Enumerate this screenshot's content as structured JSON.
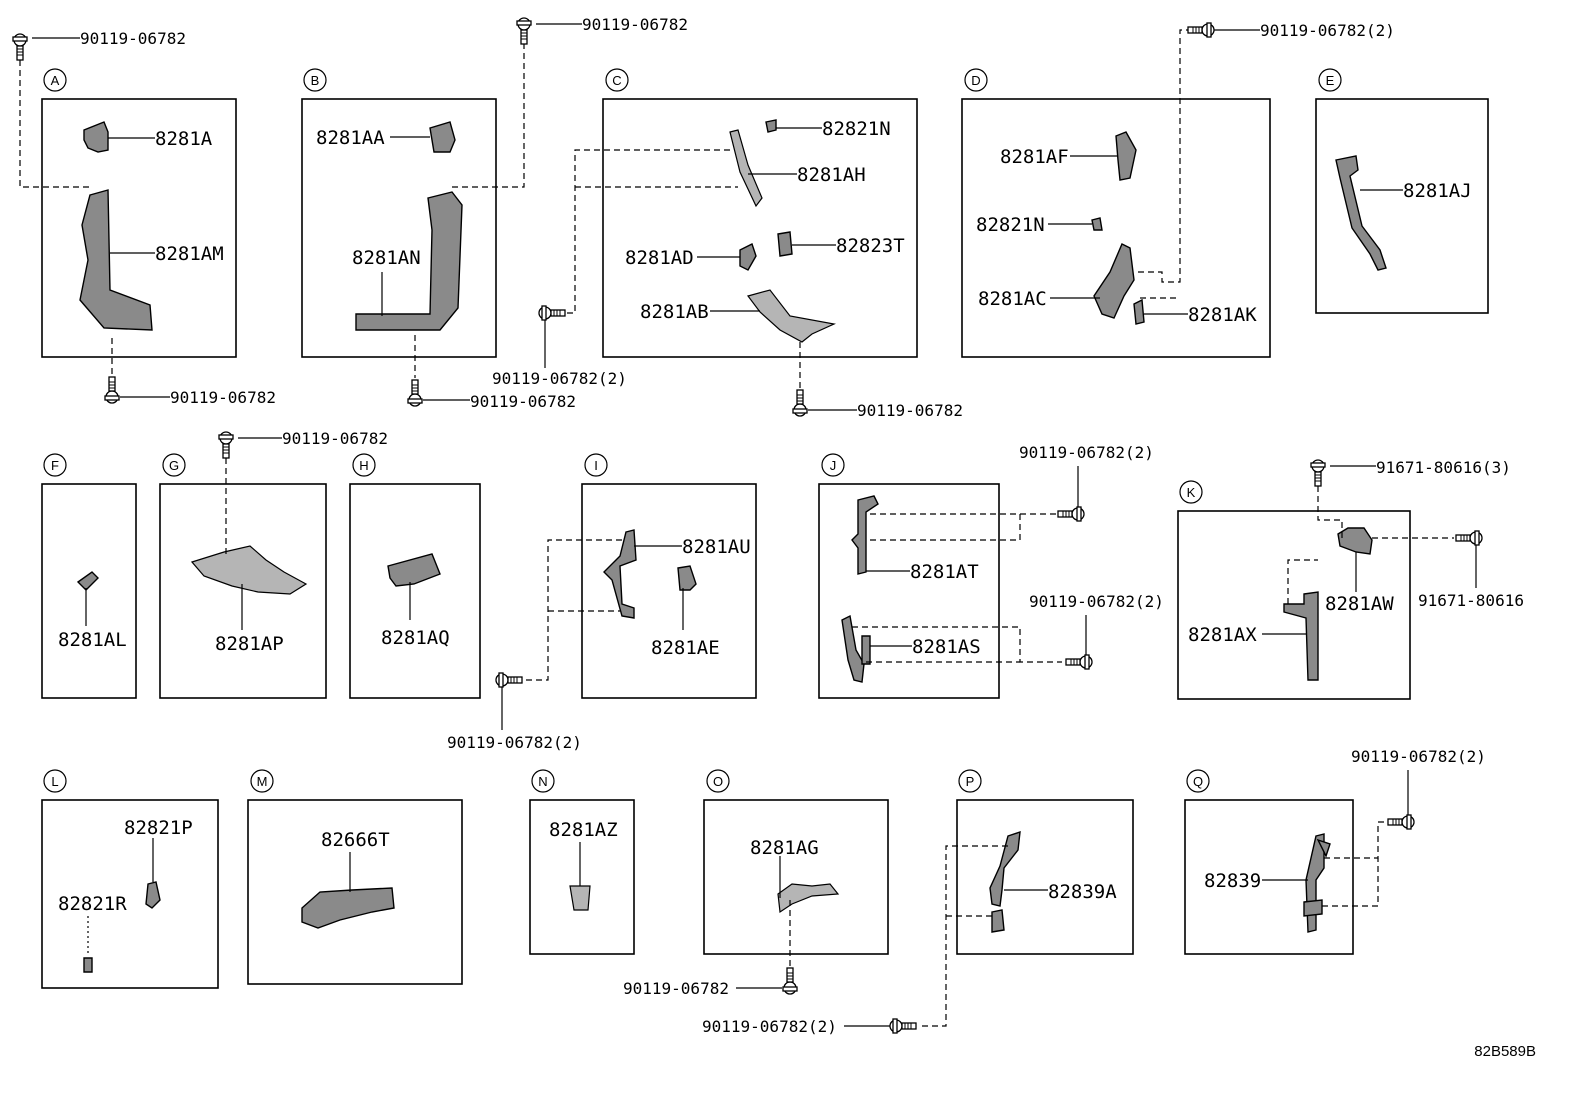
{
  "diagram_code": "82B589B",
  "fastener_90119": "90119-06782",
  "fastener_90119_x2": "90119-06782(2)",
  "fastener_91671": "91671-80616",
  "fastener_91671_x3": "91671-80616(3)",
  "panels": {
    "A": {
      "letter": "A",
      "parts": [
        "8281A",
        "8281AM"
      ]
    },
    "B": {
      "letter": "B",
      "parts": [
        "8281AA",
        "8281AN"
      ]
    },
    "C": {
      "letter": "C",
      "parts": [
        "82821N",
        "8281AH",
        "8281AD",
        "82823T",
        "8281AB"
      ]
    },
    "D": {
      "letter": "D",
      "parts": [
        "8281AF",
        "82821N",
        "8281AC",
        "8281AK"
      ]
    },
    "E": {
      "letter": "E",
      "parts": [
        "8281AJ"
      ]
    },
    "F": {
      "letter": "F",
      "parts": [
        "8281AL"
      ]
    },
    "G": {
      "letter": "G",
      "parts": [
        "8281AP"
      ]
    },
    "H": {
      "letter": "H",
      "parts": [
        "8281AQ"
      ]
    },
    "I": {
      "letter": "I",
      "parts": [
        "8281AU",
        "8281AE"
      ]
    },
    "J": {
      "letter": "J",
      "parts": [
        "8281AT",
        "8281AS"
      ]
    },
    "K": {
      "letter": "K",
      "parts": [
        "8281AW",
        "8281AX"
      ]
    },
    "L": {
      "letter": "L",
      "parts": [
        "82821P",
        "82821R"
      ]
    },
    "M": {
      "letter": "M",
      "parts": [
        "82666T"
      ]
    },
    "N": {
      "letter": "N",
      "parts": [
        "8281AZ"
      ]
    },
    "O": {
      "letter": "O",
      "parts": [
        "8281AG"
      ]
    },
    "P": {
      "letter": "P",
      "parts": [
        "82839A"
      ]
    },
    "Q": {
      "letter": "Q",
      "parts": [
        "82839"
      ]
    }
  }
}
